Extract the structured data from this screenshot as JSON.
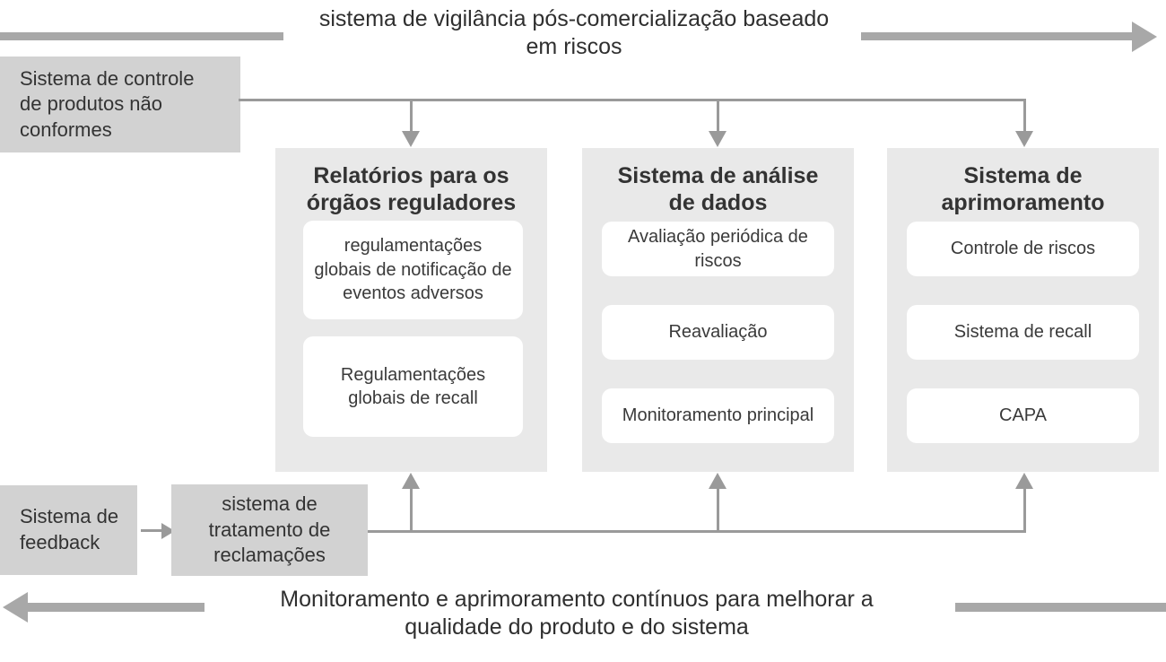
{
  "diagram": {
    "title_top": "sistema de vigilância pós-comercialização baseado em riscos",
    "title_bottom": "Monitoramento e aprimoramento contínuos para melhorar a qualidade do produto e do sistema",
    "colors": {
      "panel_bg": "#e9e9e9",
      "solid_box_bg": "#d2d2d2",
      "card_bg": "#ffffff",
      "connector": "#9a9a9a",
      "banner_arrow": "#a8a8a8",
      "text": "#333333",
      "page_bg": "#ffffff"
    },
    "banners": {
      "top": {
        "text_line1": "sistema de vigilância pós-comercialização baseado",
        "text_line2": "em riscos",
        "direction": "right"
      },
      "bottom": {
        "text_line1": "Monitoramento e aprimoramento contínuos para melhorar a",
        "text_line2": "qualidade do produto e do sistema",
        "direction": "left"
      }
    },
    "source_boxes": [
      {
        "id": "nonconforming-product-control",
        "label_line1": "Sistema de controle",
        "label_line2": "de produtos não",
        "label_line3": "conformes"
      },
      {
        "id": "feedback-system",
        "label_line1": "Sistema de",
        "label_line2": "feedback"
      },
      {
        "id": "complaint-handling-system",
        "label_line1": "sistema de",
        "label_line2": "tratamento de",
        "label_line3": "reclamações"
      }
    ],
    "columns": [
      {
        "id": "regulatory-reports",
        "title_line1": "Relatórios para os",
        "title_line2": "órgãos reguladores",
        "cards": [
          {
            "id": "adverse-event-reporting",
            "text": "regulamentações globais de notificação de eventos adversos"
          },
          {
            "id": "global-recall-regulations",
            "text": "Regulamentações globais de recall"
          }
        ]
      },
      {
        "id": "data-analysis-system",
        "title_line1": "Sistema de análise",
        "title_line2": "de dados",
        "cards": [
          {
            "id": "periodic-risk-assessment",
            "text": "Avaliação periódica de riscos"
          },
          {
            "id": "reassessment",
            "text": "Reavaliação"
          },
          {
            "id": "main-monitoring",
            "text": "Monitoramento principal"
          }
        ]
      },
      {
        "id": "improvement-system",
        "title_line1": "Sistema de",
        "title_line2": "aprimoramento",
        "cards": [
          {
            "id": "risk-control",
            "text": "Controle de riscos"
          },
          {
            "id": "recall-system",
            "text": "Sistema de recall"
          },
          {
            "id": "capa",
            "text": "CAPA"
          }
        ]
      }
    ]
  }
}
